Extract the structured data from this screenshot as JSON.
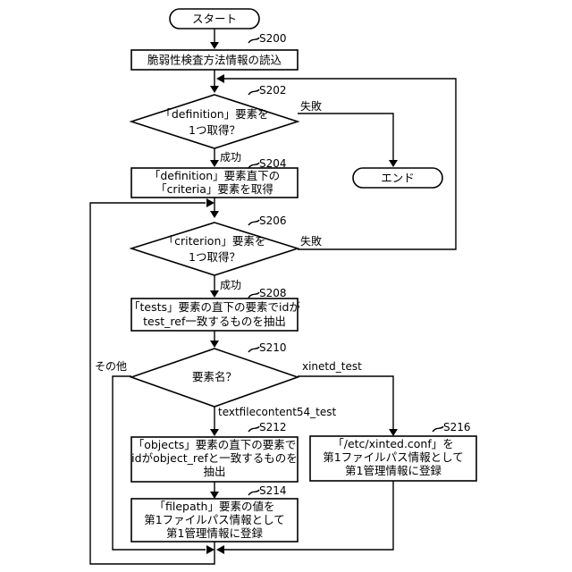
{
  "start": {
    "label": "スタート"
  },
  "end": {
    "label": "エンド"
  },
  "s200": {
    "step": "S200",
    "lines": [
      "脆弱性検査方法情報の読込"
    ]
  },
  "s202": {
    "step": "S202",
    "lines": [
      "「definition」要素を",
      "1つ取得？"
    ],
    "yes": "成功",
    "no": "失敗"
  },
  "s204": {
    "step": "S204",
    "lines": [
      "「definition」要素直下の",
      "「criteria」要素を取得"
    ]
  },
  "s206": {
    "step": "S206",
    "lines": [
      "「criterion」要素を",
      "1つ取得？"
    ],
    "yes": "成功",
    "no": "失敗"
  },
  "s208": {
    "step": "S208",
    "lines": [
      "「tests」要素の直下の要素でidが",
      "test_ref一致するものを抽出"
    ]
  },
  "s210": {
    "step": "S210",
    "lines": [
      "要素名？"
    ],
    "other": "その他",
    "xinetd": "xinetd_test",
    "textfile": "textfilecontent54_test"
  },
  "s212": {
    "step": "S212",
    "lines": [
      "「objects」要素の直下の要素で",
      "idがobject_refと一致するものを",
      "抽出"
    ]
  },
  "s214": {
    "step": "S214",
    "lines": [
      "「filepath」要素の値を",
      "第1ファイルパス情報として",
      "第1管理情報に登録"
    ]
  },
  "s216": {
    "step": "S216",
    "lines": [
      "「/etc/xinted.conf」を",
      "第1ファイルパス情報として",
      "第1管理情報に登録"
    ]
  }
}
